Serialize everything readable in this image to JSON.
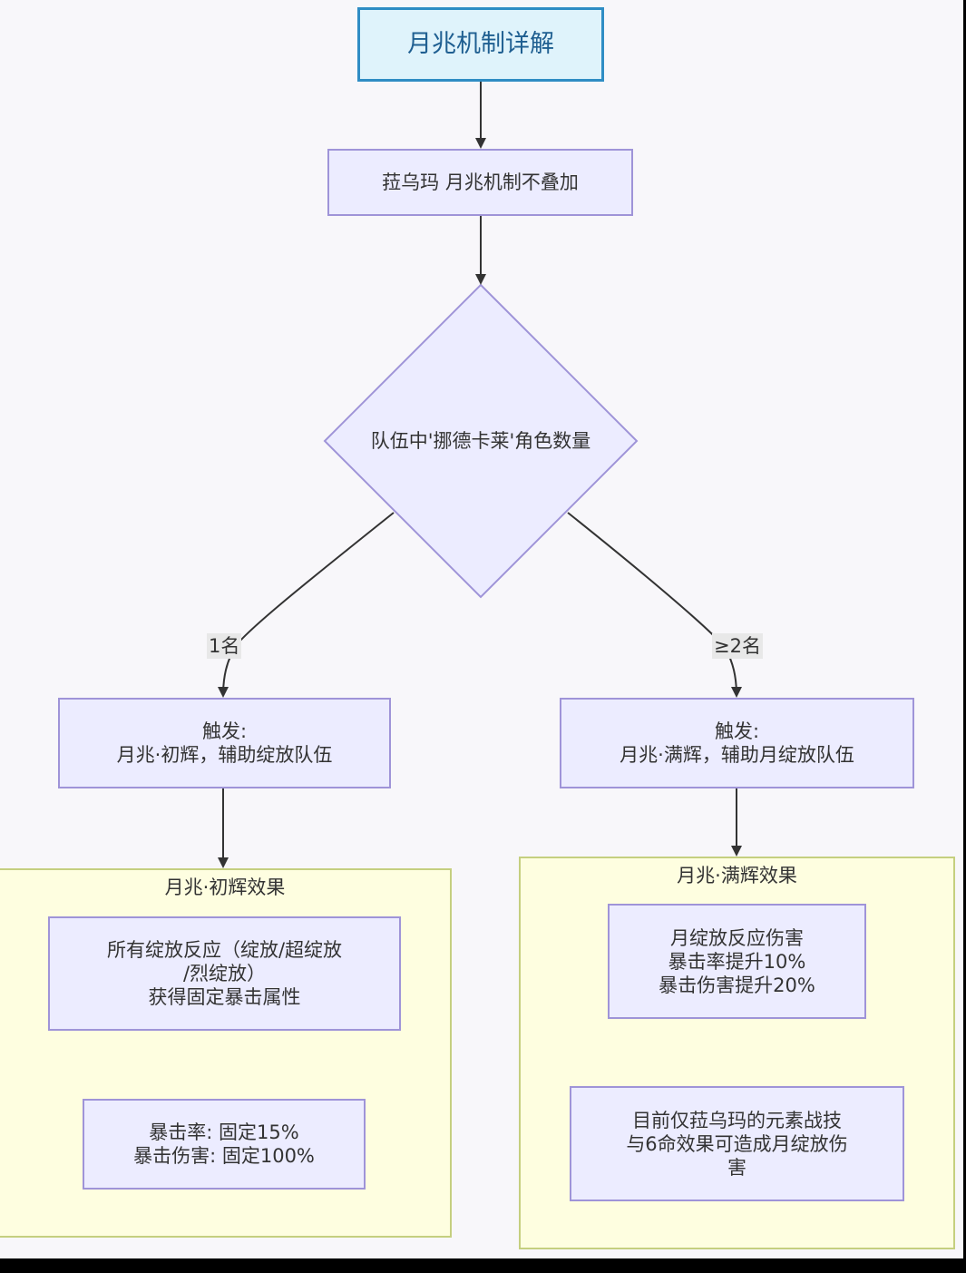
{
  "title": "月兆机制详解",
  "nodes": {
    "no_stack": "菈乌玛 月兆机制不叠加",
    "decision": "队伍中'挪德卡莱'角色数量",
    "left_trigger": "触发:\n月兆·初辉，辅助绽放队伍",
    "right_trigger": "触发:\n月兆·满辉，辅助月绽放队伍"
  },
  "edges": {
    "left_label": "1名",
    "right_label": "≥2名"
  },
  "clusters": {
    "left": {
      "label": "月兆·初辉效果",
      "box1": "所有绽放反应（绽放/超绽放\n/烈绽放）\n获得固定暴击属性",
      "box2": "暴击率: 固定15%\n暴击伤害: 固定100%"
    },
    "right": {
      "label": "月兆·满辉效果",
      "box1": "月绽放反应伤害\n暴击率提升10%\n暴击伤害提升20%",
      "box2": "目前仅菈乌玛的元素战技\n与6命效果可造成月绽放伤\n害"
    }
  },
  "colors": {
    "title_fill": "#dff3fb",
    "title_border": "#2f8dc4",
    "node_fill": "#ececff",
    "node_border": "#9f94d8",
    "cluster_fill": "#fefee0",
    "cluster_border": "#c5cf7f",
    "edge": "#333333"
  }
}
